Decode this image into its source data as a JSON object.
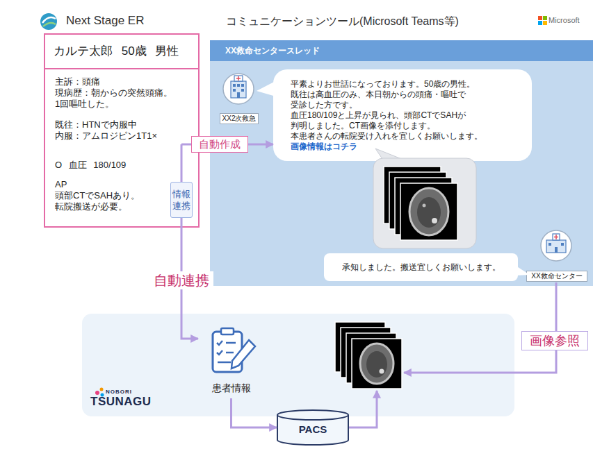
{
  "diagram": {
    "nodes": [
      {
        "text": [
          "カルテ太郎 50歳 男性",
          "主訴：頭痛",
          "現病歴：朝からの突然頭痛。 1回嘔吐した。",
          "既往：HTNで内服中",
          "内服：アムロジピン1T1×",
          "O 血圧 180/109",
          "AP",
          "頭部CTでSAHあり。 転院搬送が必要。"
        ]
      },
      {
        "text": [
          "情報 連携"
        ],
        "in": 0
      },
      {
        "text": [
          "XX救命センタースレッド"
        ]
      },
      {
        "text": [
          "XX2次救急"
        ],
        "in": 2
      },
      {
        "text": [
          "平素よりお世話になっております。50歳の男性。",
          "既往は高血圧のみ、本日朝からの頭痛・嘔吐で 受診した方です。",
          "血圧180/109と上昇が見られ、頭部CTでSAHが 判明しました。CT画像を添付します。",
          "本患者さんの転院受け入れを宜しくお願いします。",
          "画像情報はコチラ"
        ],
        "in": 2
      },
      {
        "text": [
          "承知しました。搬送宜しくお願いします。"
        ],
        "in": 2
      },
      {
        "text": [
          "XX救命センター"
        ],
        "in": 2
      },
      {
        "text": [
          "NOBORI",
          "TSUNAGU"
        ]
      },
      {
        "text": [
          "患者情報"
        ],
        "in": 7
      },
      {
        "text": [
          "PACS"
        ]
      }
    ],
    "edges": [
      {
        "from": 0,
        "to": 4,
        "arrow": "to",
        "label": "自動作成"
      },
      {
        "from": 1,
        "to": 8,
        "arrow": "to",
        "label": "自動連携"
      },
      {
        "from": 8,
        "to": 9,
        "arrow": "to"
      }
    ],
    "labels": [
      "Next Stage ER",
      "コミュニケーションツール(Microsoft Teams等)",
      "Microsoft",
      "画像参照"
    ]
  }
}
